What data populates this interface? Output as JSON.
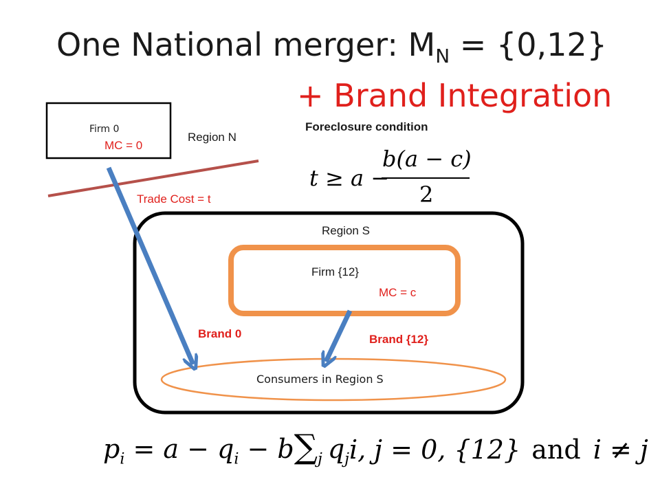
{
  "title": {
    "line1_before_sub": "One National merger: M",
    "line1_sub": "N",
    "line1_after_sub": " = {0,12}",
    "line2": "+ Brand Integration"
  },
  "firm0": {
    "name": "Firm 0",
    "mc": "MC = 0"
  },
  "region_n_label": "Region N",
  "trade_cost": "Trade Cost = t",
  "foreclosure": {
    "heading": "Foreclosure condition",
    "lhs": "t ≥ a −",
    "numerator": "b(a − c)",
    "denominator": "2"
  },
  "region_s_label": "Region S",
  "firm12": {
    "name": "Firm {12}",
    "mc": "MC = c"
  },
  "brand0": "Brand 0",
  "brand12": "Brand {12}",
  "consumers": "Consumers in Region S",
  "demand": {
    "lhs": "p",
    "lhs_sub": "i",
    "eq": " = a − q",
    "q_sub": "i",
    "minus_b": " − b",
    "sum": "∑",
    "sum_sub": "j",
    "q2": "q",
    "q2_sub": "j",
    "indices": "i, j = 0, {12}",
    "and": "and",
    "neq": "i ≠ j"
  },
  "colors": {
    "title": "#1a1a1a",
    "accent_red": "#e0201c",
    "arrow_blue": "#4a7fc1",
    "orange": "#f0924a",
    "divider": "#b5504a"
  }
}
